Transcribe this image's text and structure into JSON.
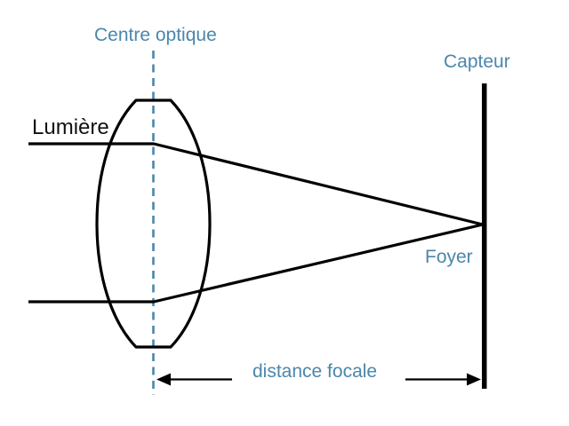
{
  "figure": {
    "type": "optics-lens-diagram",
    "background_color": "#ffffff",
    "accent_color": "#4b86ac",
    "line_color": "#000000",
    "labels": {
      "light": "Lumière",
      "optical_center": "Centre optique",
      "sensor": "Capteur",
      "focal_point": "Foyer",
      "focal_distance": "distance focale"
    }
  }
}
